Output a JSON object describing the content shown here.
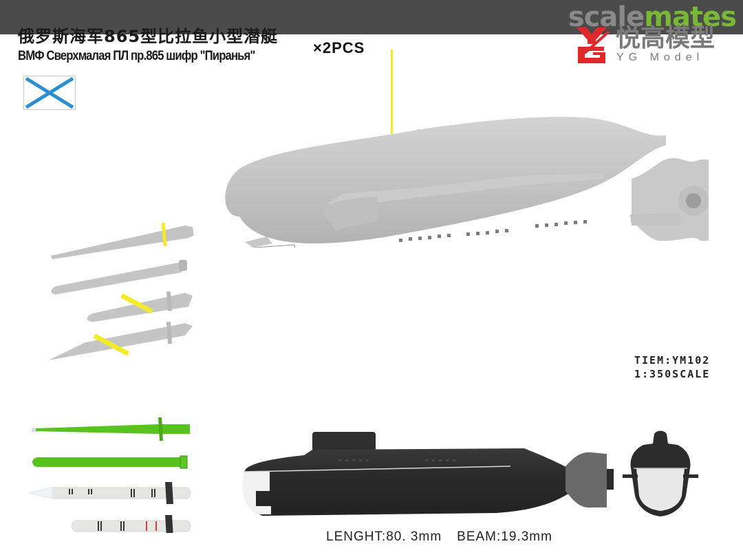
{
  "watermark": {
    "brand_part1": "scale",
    "brand_part2": "mates",
    "colors": {
      "scale": "#8a8a8a",
      "mates": "#79b837",
      "bar": "#4b4b4b"
    }
  },
  "header": {
    "title_cn": "俄罗斯海军865型比拉鱼小型潜艇",
    "title_ru": "ВМФ Сверхмалая ПЛ пр.865 шифр \"Пиранья\"",
    "quantity": "×2PCS"
  },
  "flag": {
    "icon": "st-andrews-flag-icon",
    "cross_color": "#2a8fd0"
  },
  "brand": {
    "name_cn": "悦高模型",
    "name_en": "YG Model",
    "logo_color": "#e02a2a",
    "text_color": "#7a7a7a"
  },
  "product": {
    "item_label": "TIEM:YM102",
    "scale_label": "1:350SCALE"
  },
  "dimensions": {
    "length_label": "LENGHT:80. 3mm",
    "beam_label": "BEAM:19.3mm"
  },
  "parts": {
    "submarine_3d": {
      "hull_color": "#c4c5c4",
      "antenna_color": "#f2ea2a"
    },
    "weapons_3d": [
      {
        "name": "torpedo-long"
      },
      {
        "name": "torpedo-round"
      },
      {
        "name": "missile-short"
      },
      {
        "name": "missile-long"
      }
    ],
    "weapons_profile": [
      {
        "name": "green-torpedo-long",
        "color": "#58c21f"
      },
      {
        "name": "green-torpedo-round",
        "color": "#58c21f"
      },
      {
        "name": "white-missile-long",
        "color": "#e6e6e2"
      },
      {
        "name": "white-missile-short",
        "color": "#e6e6e2"
      }
    ],
    "submarine_profile": {
      "color": "#2e2e2e"
    },
    "submarine_front": {
      "color": "#2e2e2e"
    }
  }
}
